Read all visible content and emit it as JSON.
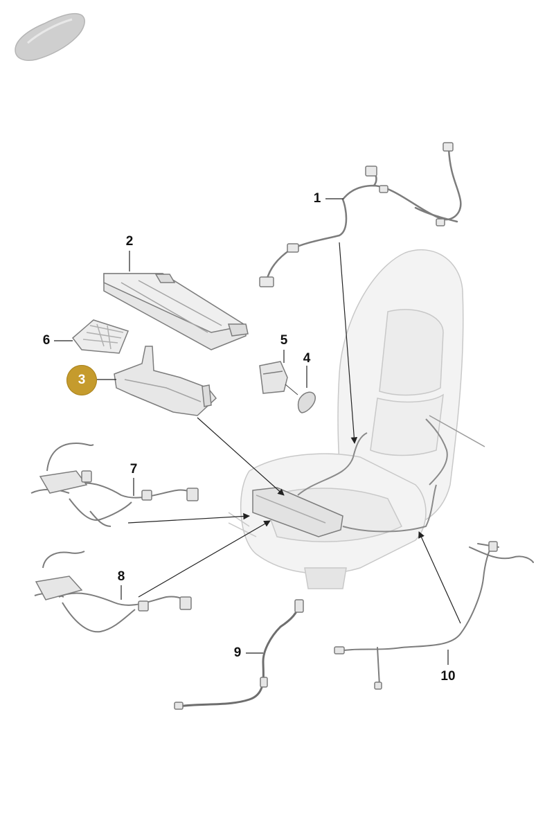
{
  "colors": {
    "background": "#ffffff",
    "part_fill": "#e9e9e9",
    "part_stroke": "#7c7c7c",
    "seat_fill": "#f3f3f3",
    "leader": "#222222",
    "highlight": "#c59b2d",
    "highlight_text": "#ffffff"
  },
  "icons": {
    "vehicle": "car-silhouette-icon"
  },
  "highlighted_callout": "3",
  "callouts": [
    {
      "id": "1",
      "label": "1"
    },
    {
      "id": "2",
      "label": "2"
    },
    {
      "id": "3",
      "label": "3"
    },
    {
      "id": "4",
      "label": "4"
    },
    {
      "id": "5",
      "label": "5"
    },
    {
      "id": "6",
      "label": "6"
    },
    {
      "id": "7",
      "label": "7"
    },
    {
      "id": "8",
      "label": "8"
    },
    {
      "id": "9",
      "label": "9"
    },
    {
      "id": "10",
      "label": "10"
    }
  ]
}
